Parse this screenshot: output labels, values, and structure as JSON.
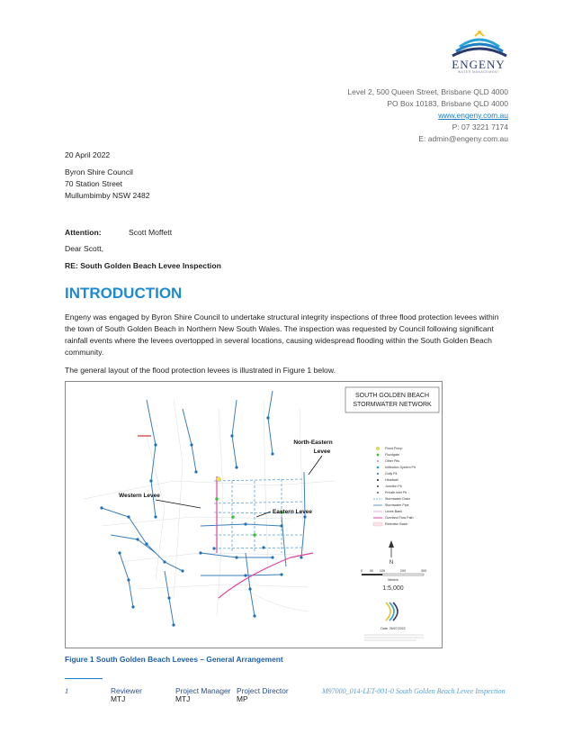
{
  "company": {
    "name": "ENGENY",
    "tagline": "WATER MANAGEMENT",
    "address_line1": "Level 2, 500 Queen Street, Brisbane QLD 4000",
    "address_line2": "PO Box 10183, Brisbane QLD 4000",
    "website": "www.engeny.com.au",
    "phone": "P: 07 3221 7174",
    "email": "E: admin@engeny.com.au"
  },
  "letter": {
    "date": "20 April 2022",
    "recipient": [
      "Byron Shire Council",
      "70 Station Street",
      "Mullumbimby NSW 2482"
    ],
    "attention_label": "Attention:",
    "attention_name": "Scott Moffett",
    "salutation": "Dear Scott,",
    "subject": "RE: South Golden Beach Levee Inspection"
  },
  "section": {
    "heading": "INTRODUCTION",
    "paragraph1": "Engeny was engaged by Byron Shire Council to undertake structural integrity inspections of three flood protection levees within the town of South Golden Beach in Northern New South Wales. The inspection was requested by Council following significant rainfall events where the levees overtopped in several locations, causing widespread flooding within the South Golden Beach community.",
    "paragraph2": "The general layout of the flood protection levees is illustrated in Figure 1 below."
  },
  "figure": {
    "map_title_1": "SOUTH GOLDEN BEACH",
    "map_title_2": "STORMWATER NETWORK",
    "label_north_eastern_1": "North-Eastern",
    "label_north_eastern_2": "Levee",
    "label_western": "Western Levee",
    "label_eastern": "Eastern Levee",
    "legend": [
      "Flood Pump",
      "Floodgate",
      "Other Pits",
      "Infiltration System Pit",
      "Gully Pit",
      "Headwall",
      "Junction Pit",
      "Private Inlet Pit",
      "Stormwater Drain",
      "Stormwater Pipe",
      "Levee Bank",
      "Overland Flow Path",
      "Retention Basin"
    ],
    "north": "N",
    "scale_ticks": [
      "0",
      "50",
      "100",
      "200",
      "300"
    ],
    "scale_unit": "Meters",
    "scale_ratio": "1:5,000",
    "date_text": "Date: 26/07/2022",
    "caption": "Figure 1 South Golden Beach Levees – General Arrangement"
  },
  "footer": {
    "page": "1",
    "reviewer_label": "Reviewer",
    "reviewer": "MTJ",
    "pm_label": "Project Manager",
    "pm": "MTJ",
    "director_label": "Project Director",
    "director": "MP",
    "doc_ref": "M97000_014-LET-001-0 South Golden Beach Levee Inspection"
  }
}
